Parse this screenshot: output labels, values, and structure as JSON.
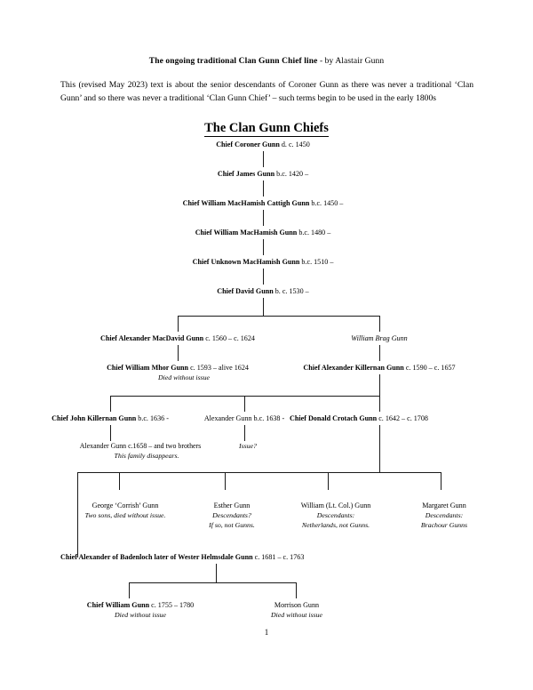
{
  "document": {
    "title_bold": "The ongoing traditional Clan Gunn Chief line",
    "title_rest": " - by Alastair Gunn",
    "intro": "This (revised May 2023) text is about the senior descendants of Coroner Gunn as there was never a traditional ‘Clan Gunn’ and so there was never a traditional ‘Clan Gunn Chief’ – such terms begin to be used in the early 1800s",
    "section_heading": "The Clan Gunn Chiefs",
    "page_number": "1"
  },
  "tree": {
    "generation_1": {
      "name": "Chief Coroner Gunn",
      "dates": " d. c. 1450"
    },
    "generation_2": {
      "name": "Chief James Gunn",
      "dates": " b.c. 1420 –"
    },
    "generation_3": {
      "name": "Chief William MacHamish Cattigh Gunn",
      "dates": " b.c. 1450 –"
    },
    "generation_4": {
      "name": "Chief William MacHamish Gunn",
      "dates": " b.c. 1480 –"
    },
    "generation_5": {
      "name": "Chief Unknown MacHamish Gunn",
      "dates": " b.c. 1510 –"
    },
    "generation_6": {
      "name": "Chief David Gunn",
      "dates": " b. c. 1530 –"
    },
    "generation_7_left": {
      "name": "Chief Alexander MacDavid Gunn",
      "dates": " c. 1560 – c. 1624"
    },
    "generation_7_right": {
      "name": "William Brag Gunn",
      "dates": ""
    },
    "generation_8_left": {
      "name": "Chief William Mhor Gunn",
      "dates": " c. 1593 – alive 1624"
    },
    "generation_8_left_note": "Died without issue",
    "generation_8_right": {
      "name": "Chief Alexander Killernan Gunn",
      "dates": " c. 1590 – c. 1657"
    },
    "generation_9_a": {
      "name": "Chief John Killernan Gunn",
      "dates": " b.c. 1636 -"
    },
    "generation_9_a_sub": "Alexander Gunn c.1658 – and two brothers",
    "generation_9_a_note": "This family disappears.",
    "generation_9_b": {
      "name": "Alexander Gunn b.c. 1638 -",
      "dates": ""
    },
    "generation_9_b_note": "Issue?",
    "generation_9_c": {
      "name": "Chief Donald Crotach Gunn",
      "dates": " c. 1642 – c. 1708"
    },
    "generation_10": [
      {
        "name": "George ‘Corrish’ Gunn",
        "note1": "Two sons, died without issue.",
        "note2": ""
      },
      {
        "name": "Esther Gunn",
        "note1": "Descendants?",
        "note2": "If so, not Gunns."
      },
      {
        "name": "William (Lt. Col.) Gunn",
        "note1": "Descendants:",
        "note2": "Netherlands, not Gunns."
      },
      {
        "name": "Margaret Gunn",
        "note1": "Descendants:",
        "note2": "Brachour Gunns"
      }
    ],
    "generation_11": {
      "name": "Chief Alexander of Badenloch later of Wester Helmsdale Gunn",
      "dates": " c. 1681 – c. 1763"
    },
    "generation_12_left": {
      "name": "Chief William Gunn",
      "dates": " c. 1755 – 1780"
    },
    "generation_12_left_note": "Died without issue",
    "generation_12_right": {
      "name": "Morrison Gunn",
      "dates": ""
    },
    "generation_12_right_note": "Died without issue"
  }
}
